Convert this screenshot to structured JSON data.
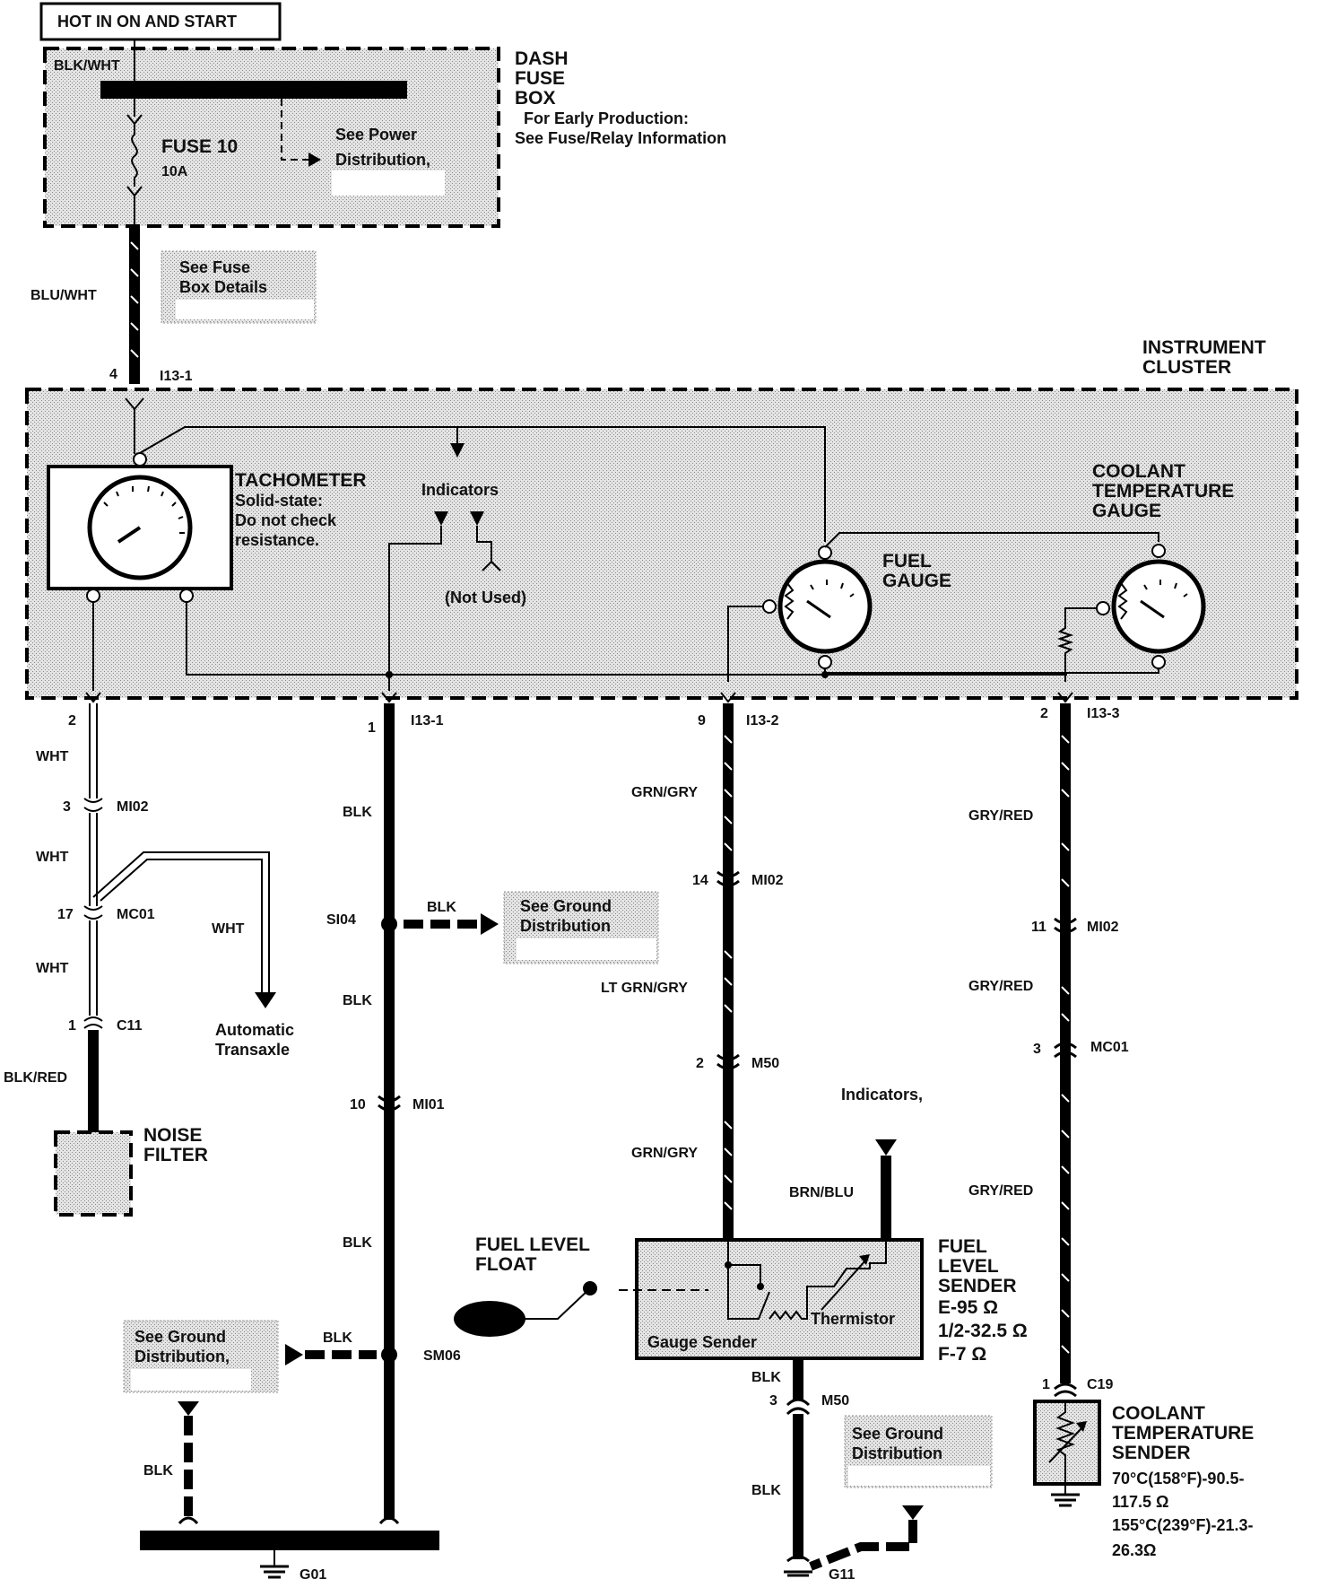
{
  "header": {
    "title": "HOT IN ON AND START"
  },
  "dash_fuse_box": {
    "title_lines": [
      "DASH",
      "FUSE",
      "BOX"
    ],
    "note_lines": [
      "For Early Production:",
      "See Fuse/Relay Information"
    ],
    "wire_in": "BLK/WHT",
    "fuse_name": "FUSE 10",
    "fuse_rating": "10A",
    "power_note_lines": [
      "See Power",
      "Distribution,"
    ]
  },
  "fuse_box_note_lines": [
    "See Fuse",
    "Box Details"
  ],
  "wire_blu_wht": "BLU/WHT",
  "connector_top": {
    "pin": "4",
    "name": "I13-1"
  },
  "instrument_cluster": {
    "title_lines": [
      "INSTRUMENT",
      "CLUSTER"
    ],
    "tachometer": {
      "title": "TACHOMETER",
      "note_lines": [
        "Solid-state:",
        "Do not check",
        "resistance."
      ]
    },
    "indicators_label": "Indicators",
    "not_used_label": "(Not Used)",
    "fuel_gauge_lines": [
      "FUEL",
      "GAUGE"
    ],
    "coolant_gauge_lines": [
      "COOLANT",
      "TEMPERATURE",
      "GAUGE"
    ]
  },
  "cluster_connectors": [
    {
      "pin": "2",
      "name": ""
    },
    {
      "pin": "1",
      "name": "I13-1"
    },
    {
      "pin": "9",
      "name": "I13-2"
    },
    {
      "pin": "2",
      "name": "I13-3"
    }
  ],
  "noise_filter_branch": {
    "wire1": "WHT",
    "conn1": {
      "pin": "3",
      "name": "MI02"
    },
    "wire2": "WHT",
    "conn2": {
      "pin": "17",
      "name": "MC01"
    },
    "wire_branch": "WHT",
    "branch_label_lines": [
      "Automatic",
      "Transaxle"
    ],
    "wire3": "WHT",
    "conn3": {
      "pin": "1",
      "name": "C11"
    },
    "wire4": "BLK/RED",
    "filter_lines": [
      "NOISE",
      "FILTER"
    ]
  },
  "ground_branch": {
    "wire1": "BLK",
    "splice1": "SI04",
    "splice1_wire": "BLK",
    "ground_note1_lines": [
      "See Ground",
      "Distribution"
    ],
    "wire2": "BLK",
    "conn": {
      "pin": "10",
      "name": "MI01"
    },
    "wire3": "BLK",
    "splice2": "SM06",
    "splice2_wire": "BLK",
    "ground_note2_lines": [
      "See Ground",
      "Distribution,"
    ],
    "wire_left": "BLK",
    "ground_name": "G01"
  },
  "fuel_branch": {
    "wire1": "GRN/GRY",
    "conn1": {
      "pin": "14",
      "name": "MI02"
    },
    "wire2": "LT GRN/GRY",
    "conn2": {
      "pin": "2",
      "name": "M50"
    },
    "wire3": "GRN/GRY",
    "indicators_label": "Indicators,",
    "wire_indicator": "BRN/BLU",
    "float_lines": [
      "FUEL LEVEL",
      "FLOAT"
    ],
    "sender_title_lines": [
      "FUEL",
      "LEVEL",
      "SENDER"
    ],
    "sender_values": [
      "E-95 Ω",
      "1/2-32.5 Ω",
      "F-7 Ω"
    ],
    "gauge_sender_label": "Gauge Sender",
    "thermistor_label": "Thermistor",
    "wire_ground": "BLK",
    "conn3": {
      "pin": "3",
      "name": "M50"
    },
    "wire_ground2": "BLK",
    "ground_note_lines": [
      "See Ground",
      "Distribution"
    ],
    "ground_name": "G11"
  },
  "coolant_branch": {
    "wire1": "GRY/RED",
    "conn1": {
      "pin": "11",
      "name": "MI02"
    },
    "wire2": "GRY/RED",
    "conn2": {
      "pin": "3",
      "name": "MC01"
    },
    "wire3": "GRY/RED",
    "conn3": {
      "pin": "1",
      "name": "C19"
    },
    "sender_title_lines": [
      "COOLANT",
      "TEMPERATURE",
      "SENDER"
    ],
    "sender_values": [
      "70°C(158°F)-90.5-",
      "117.5 Ω",
      "155°C(239°F)-21.3-",
      "26.3Ω"
    ]
  }
}
